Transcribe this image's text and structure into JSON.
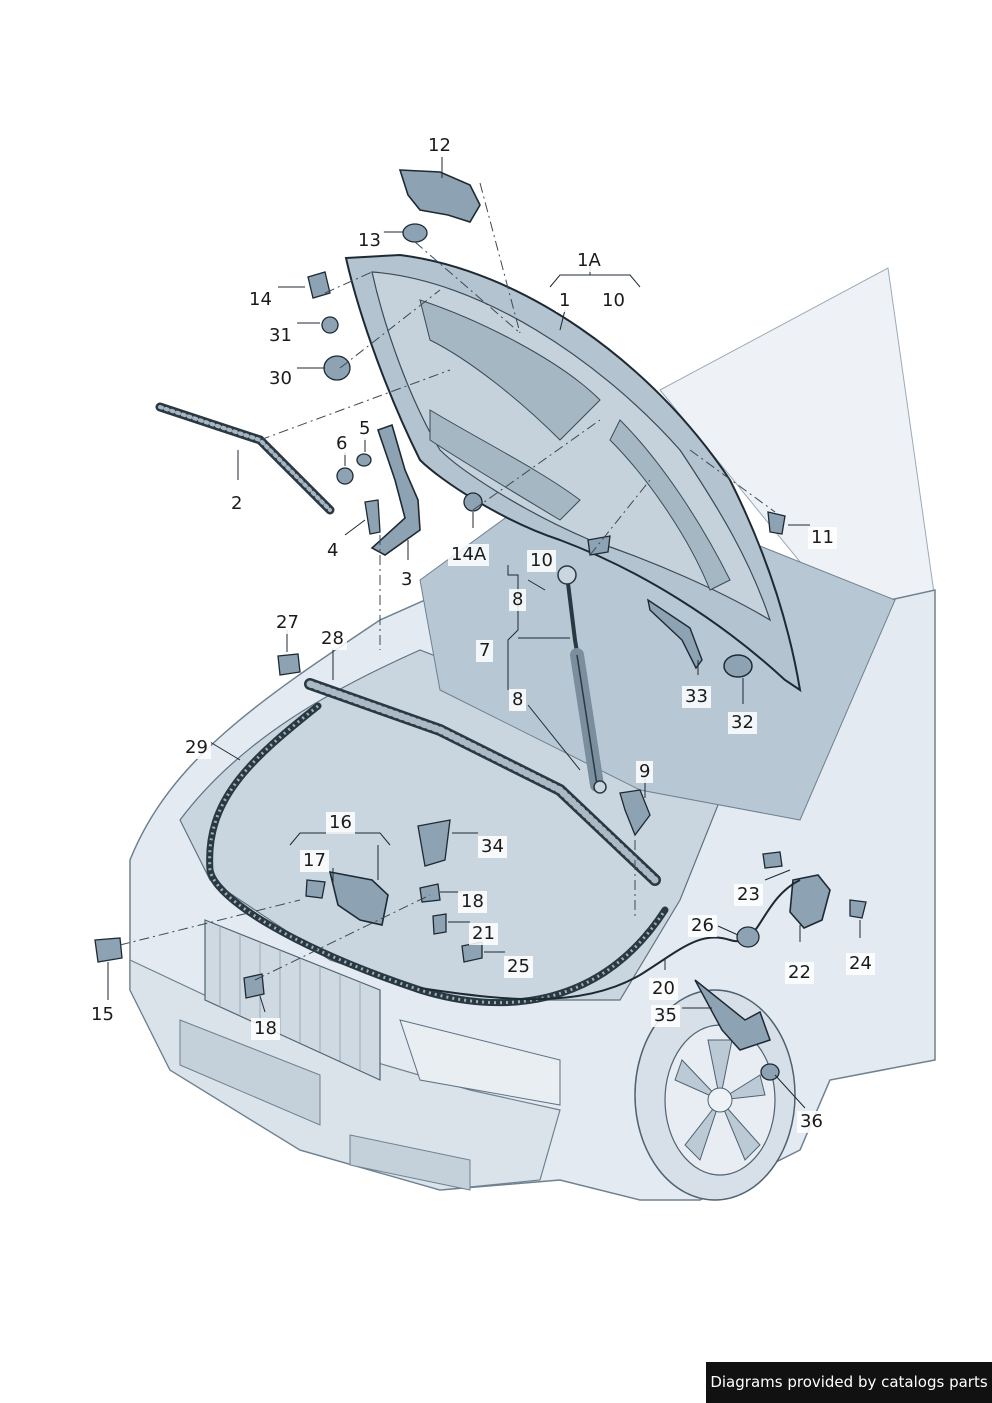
{
  "labels": [
    {
      "id": "l12",
      "text": "12"
    },
    {
      "id": "l13",
      "text": "13"
    },
    {
      "id": "l1A",
      "text": "1A"
    },
    {
      "id": "l1",
      "text": "1"
    },
    {
      "id": "l10a",
      "text": "10"
    },
    {
      "id": "l14",
      "text": "14"
    },
    {
      "id": "l31",
      "text": "31"
    },
    {
      "id": "l30",
      "text": "30"
    },
    {
      "id": "l2",
      "text": "2"
    },
    {
      "id": "l5",
      "text": "5"
    },
    {
      "id": "l6",
      "text": "6"
    },
    {
      "id": "l4",
      "text": "4"
    },
    {
      "id": "l3",
      "text": "3"
    },
    {
      "id": "l14A",
      "text": "14A"
    },
    {
      "id": "l11",
      "text": "11"
    },
    {
      "id": "l10b",
      "text": "10"
    },
    {
      "id": "l8a",
      "text": "8"
    },
    {
      "id": "l7",
      "text": "7"
    },
    {
      "id": "l8b",
      "text": "8"
    },
    {
      "id": "l27",
      "text": "27"
    },
    {
      "id": "l28",
      "text": "28"
    },
    {
      "id": "l29",
      "text": "29"
    },
    {
      "id": "l33",
      "text": "33"
    },
    {
      "id": "l32",
      "text": "32"
    },
    {
      "id": "l9",
      "text": "9"
    },
    {
      "id": "l16",
      "text": "16"
    },
    {
      "id": "l34",
      "text": "34"
    },
    {
      "id": "l17",
      "text": "17"
    },
    {
      "id": "l18a",
      "text": "18"
    },
    {
      "id": "l21",
      "text": "21"
    },
    {
      "id": "l25",
      "text": "25"
    },
    {
      "id": "l23",
      "text": "23"
    },
    {
      "id": "l26",
      "text": "26"
    },
    {
      "id": "l22",
      "text": "22"
    },
    {
      "id": "l24",
      "text": "24"
    },
    {
      "id": "l20",
      "text": "20"
    },
    {
      "id": "l35",
      "text": "35"
    },
    {
      "id": "l15",
      "text": "15"
    },
    {
      "id": "l18b",
      "text": "18"
    },
    {
      "id": "l36",
      "text": "36"
    }
  ],
  "footer": "Diagrams provided by catalogs parts",
  "colors": {
    "line": "#1e2a33",
    "body_fill": "#e4eaf1",
    "panel_fill": "#cdd8e2",
    "dark_part": "#8da2b3",
    "bay_fill": "#b9c8d4"
  }
}
